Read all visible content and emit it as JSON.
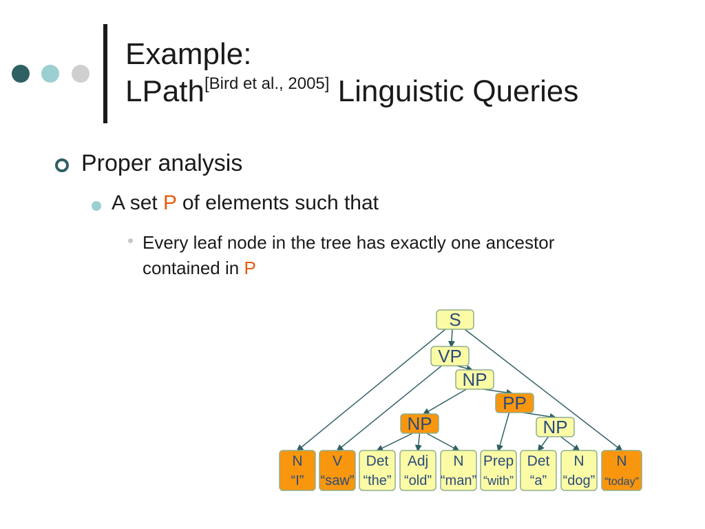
{
  "slide": {
    "title_line1": "Example:",
    "title_line2_main": "LPath",
    "title_line2_sup": "[Bird et al., 2005]",
    "title_line2_rest": " Linguistic Queries",
    "bullet1": "Proper analysis",
    "bullet2_before": "A set ",
    "bullet2_accent": "P",
    "bullet2_after": " of elements such that",
    "bullet3_text": "Every leaf node in the tree has exactly one ancestor contained in ",
    "bullet3_accent": "P"
  },
  "tree": {
    "nodes": [
      {
        "id": "S",
        "label": "S",
        "orange": false
      },
      {
        "id": "VP",
        "label": "VP",
        "orange": false
      },
      {
        "id": "NP1",
        "label": "NP",
        "orange": false
      },
      {
        "id": "PP",
        "label": "PP",
        "orange": true
      },
      {
        "id": "NP2",
        "label": "NP",
        "orange": true
      },
      {
        "id": "NP3",
        "label": "NP",
        "orange": false
      }
    ],
    "leaves": [
      {
        "cat": "N",
        "word": "“I”",
        "orange": true
      },
      {
        "cat": "V",
        "word": "“saw”",
        "orange": true
      },
      {
        "cat": "Det",
        "word": "“the”",
        "orange": false
      },
      {
        "cat": "Adj",
        "word": "“old”",
        "orange": false
      },
      {
        "cat": "N",
        "word": "“man”",
        "orange": false
      },
      {
        "cat": "Prep",
        "word": "“with”",
        "orange": false
      },
      {
        "cat": "Det",
        "word": "“a”",
        "orange": false
      },
      {
        "cat": "N",
        "word": "“dog”",
        "orange": false
      },
      {
        "cat": "N",
        "word": "“today”",
        "orange": true
      }
    ]
  },
  "colors": {
    "accent": "#e85a0c",
    "node_fill": "#fbfba6",
    "node_orange": "#f8960e",
    "edge": "#2f6063",
    "label": "#2a4a7a"
  }
}
